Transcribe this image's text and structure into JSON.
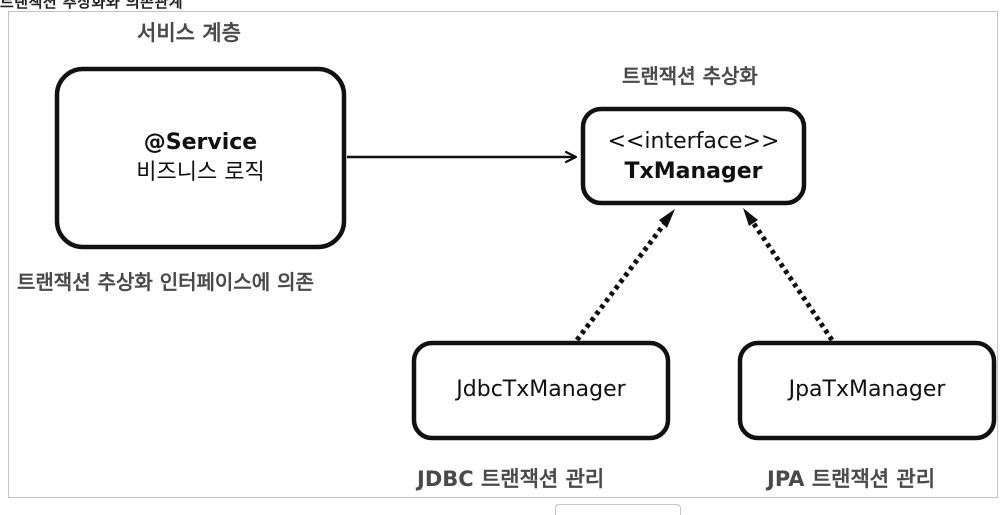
{
  "top_partial_text": "트랜잭션 추상화와 의존관계",
  "labels": {
    "service_layer": "서비스 계층",
    "tx_abstraction": "트랜잭션 추상화",
    "dependency_note": "트랜잭션 추상화 인터페이스에 의존",
    "jdbc_note": "JDBC 트랜잭션 관리",
    "jpa_note": "JPA 트랜잭션 관리"
  },
  "boxes": {
    "service": {
      "line1": "@Service",
      "line2": "비즈니스 로직"
    },
    "txmanager": {
      "line1": "<<interface>>",
      "line2": "TxManager"
    },
    "jdbc": {
      "line1": "JdbcTxManager"
    },
    "jpa": {
      "line1": "JpaTxManager"
    }
  },
  "colors": {
    "caption": "#4a4a4a",
    "stroke": "#111111",
    "frame": "#c4c4c4"
  }
}
